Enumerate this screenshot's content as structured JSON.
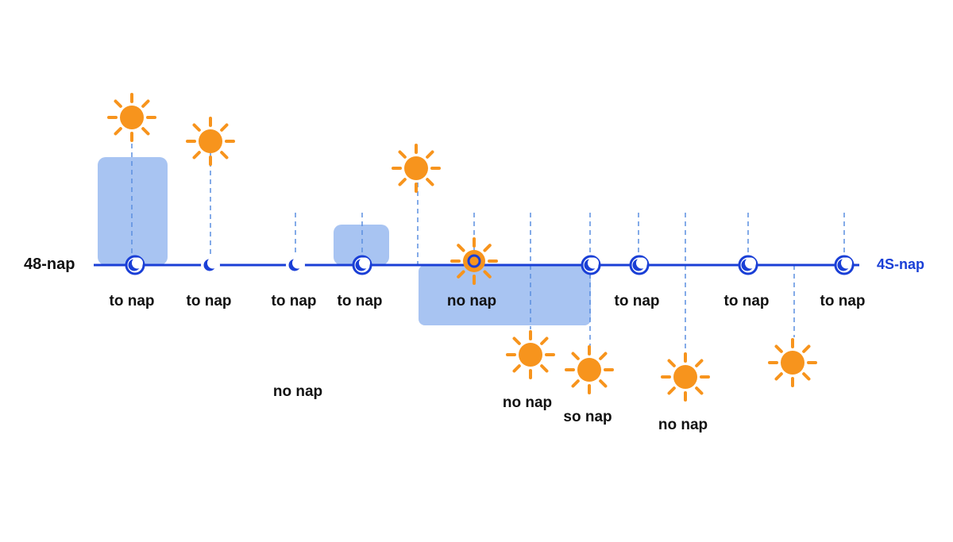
{
  "left_label": "48-nap",
  "right_label": "4S-nap",
  "colors": {
    "timeline": "#1a3fd6",
    "guide": "#5b8fe0",
    "box": "#a8c4f2",
    "sun": "#f7941d",
    "text": "#111111"
  },
  "icons": {
    "sun": "sun-icon",
    "moon": "moon-icon"
  },
  "labels": [
    "to nap",
    "to nap",
    "to nap",
    "to nap",
    "no nap",
    "to nap",
    "to nap",
    "to nap",
    "no nap",
    "no nap",
    "so nap",
    "no nap"
  ]
}
